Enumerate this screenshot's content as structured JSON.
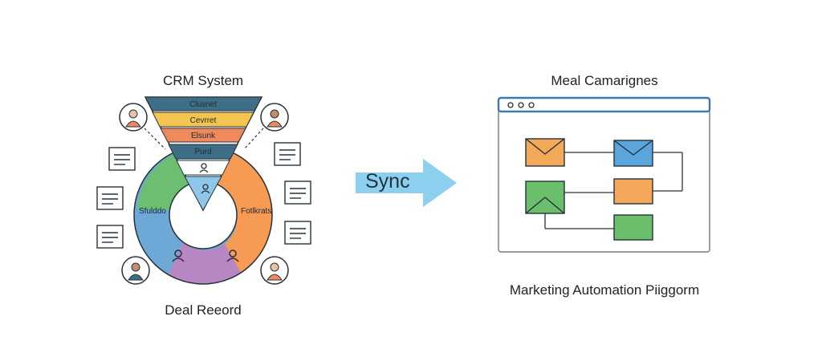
{
  "crm": {
    "title": "CRM System",
    "funnel_stages": [
      "Clusnet",
      "Cevrret",
      "Elsunk",
      "Purd"
    ],
    "ring_left_label": "Sfulddo",
    "ring_right_label": "Fotlkrats",
    "footer": "Deal Reeord"
  },
  "sync": {
    "label": "Sync"
  },
  "marketing": {
    "title": "Meal Camarignes",
    "footer": "Marketing Automation Piiggorm"
  },
  "colors": {
    "funnel": [
      "#3e6f86",
      "#f4c451",
      "#ee8a5c",
      "#3e6f86"
    ],
    "ring": [
      "#6cbf6a",
      "#f79a54",
      "#b986c4",
      "#6ea8d6"
    ],
    "arrow": "#8ccfee",
    "window_border": "#3a78b8",
    "email_orange": "#f4a85a",
    "email_blue": "#5aa6dc",
    "email_green": "#6cbf6a"
  },
  "icons": [
    "person-icon",
    "document-icon",
    "envelope-icon",
    "arrow-right-icon",
    "window-dots-icon"
  ]
}
